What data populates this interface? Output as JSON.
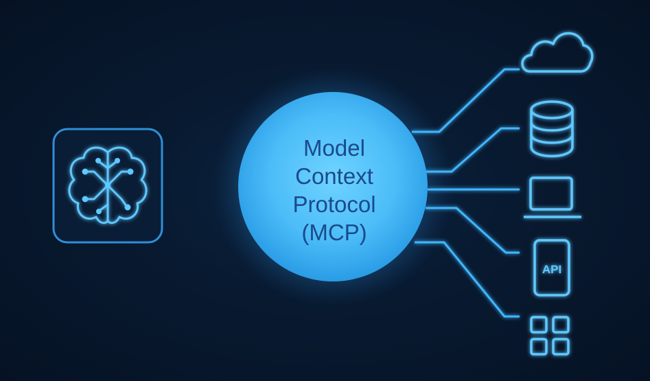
{
  "hub": {
    "line1": "Model",
    "line2": "Context",
    "line3": "Protocol",
    "line4": "(MCP)"
  },
  "client": {
    "icon": "brain-circuit-icon"
  },
  "resources": {
    "cloud": "cloud-icon",
    "database": "database-icon",
    "laptop": "laptop-icon",
    "api": {
      "icon": "api-document-icon",
      "label": "API"
    },
    "apps": "app-grid-icon"
  },
  "colors": {
    "background": "#071426",
    "accent": "#3fb6ff",
    "hub_core": "#5cc8ff",
    "hub_text": "#1a4a8c"
  }
}
